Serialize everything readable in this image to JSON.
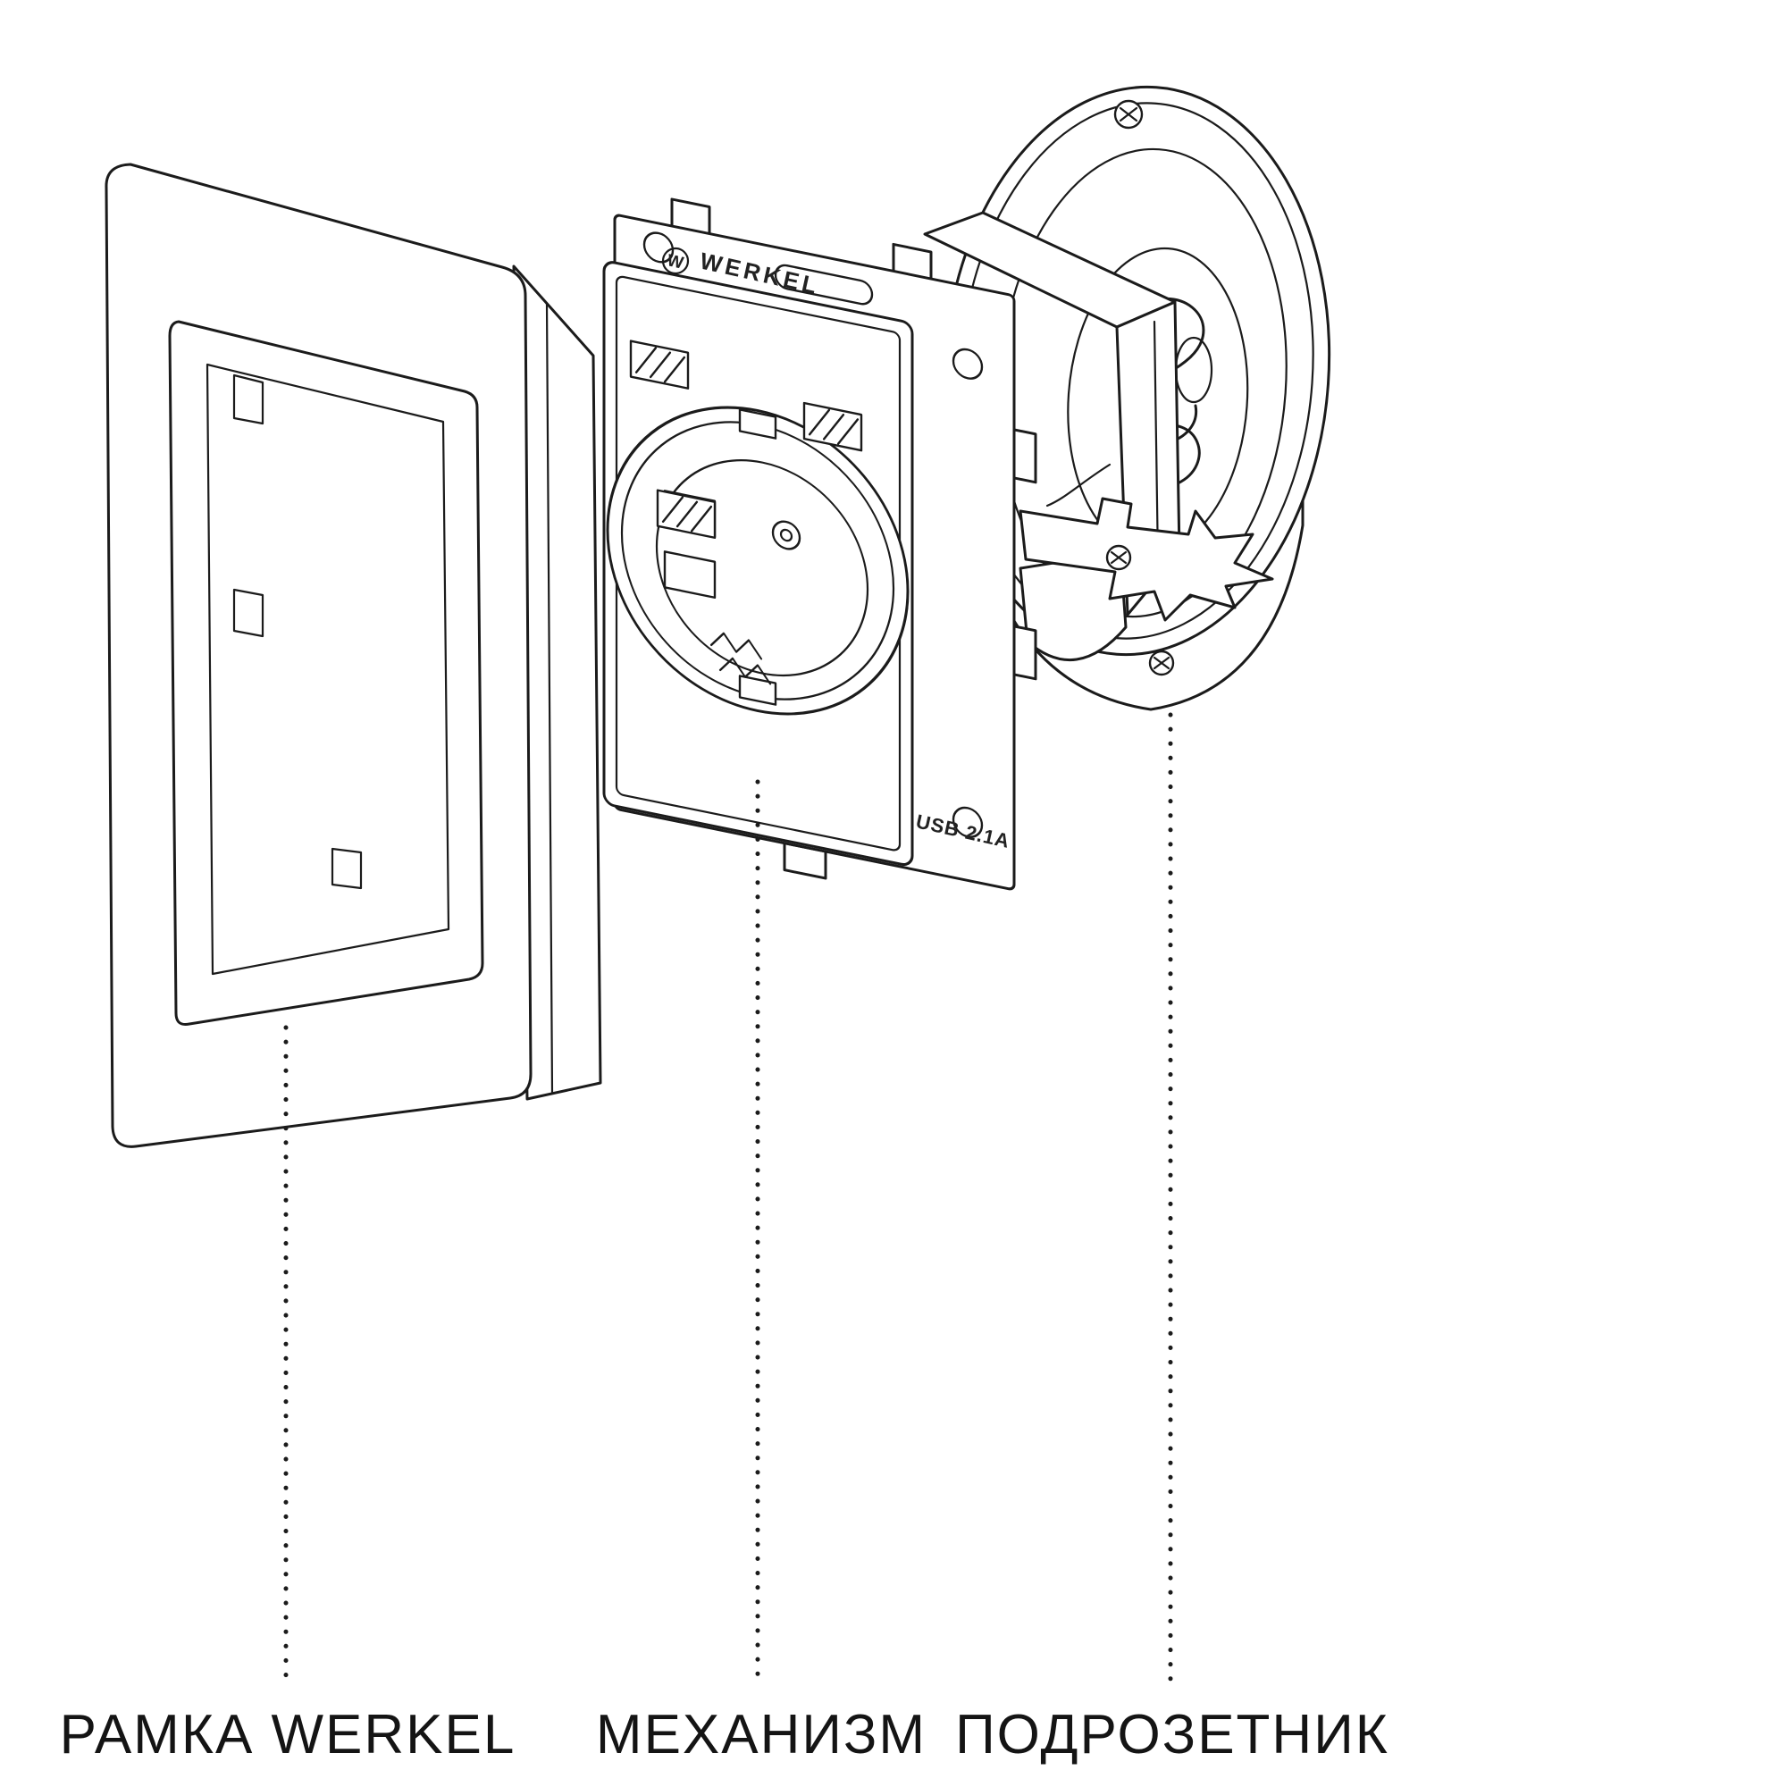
{
  "diagram": {
    "background": "#ffffff",
    "line_color": "#1b1b1b",
    "parts": [
      {
        "id": "frame",
        "label": "РАМКА WERKEL"
      },
      {
        "id": "mechanism",
        "label": "МЕХАНИЗМ"
      },
      {
        "id": "mounting_box",
        "label": "ПОДРОЗЕТНИК"
      }
    ],
    "annotations": {
      "brand_logo": "W",
      "brand": "WERKEL",
      "usb_rating": "USB 2.1A"
    }
  }
}
